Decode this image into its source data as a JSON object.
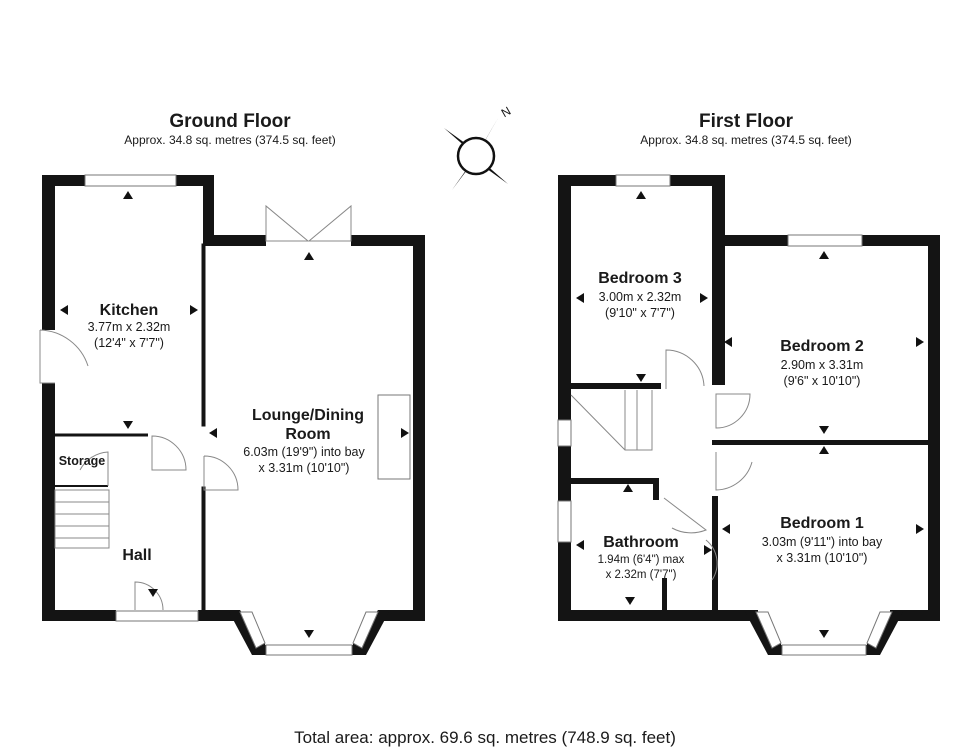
{
  "ground_floor": {
    "title": "Ground Floor",
    "area": "Approx. 34.8 sq. metres (374.5 sq. feet)",
    "rooms": {
      "kitchen": {
        "name": "Kitchen",
        "dim1": "3.77m x 2.32m",
        "dim2": "(12'4\" x 7'7\")"
      },
      "lounge": {
        "name1": "Lounge/Dining",
        "name2": "Room",
        "dim1": "6.03m (19'9\") into bay",
        "dim2": "x 3.31m (10'10\")"
      },
      "storage": {
        "name": "Storage"
      },
      "hall": {
        "name": "Hall"
      }
    }
  },
  "first_floor": {
    "title": "First Floor",
    "area": "Approx. 34.8 sq. metres (374.5 sq. feet)",
    "rooms": {
      "bedroom3": {
        "name": "Bedroom 3",
        "dim1": "3.00m x 2.32m",
        "dim2": "(9'10\" x 7'7\")"
      },
      "bedroom2": {
        "name": "Bedroom 2",
        "dim1": "2.90m x 3.31m",
        "dim2": "(9'6\" x 10'10\")"
      },
      "bedroom1": {
        "name": "Bedroom 1",
        "dim1": "3.03m (9'11\") into bay",
        "dim2": "x 3.31m (10'10\")"
      },
      "bathroom": {
        "name": "Bathroom",
        "dim1": "1.94m (6'4\") max",
        "dim2": "x 2.32m (7'7\")"
      }
    }
  },
  "compass": {
    "label": "N"
  },
  "total_area": "Total area: approx. 69.6 sq. metres (748.9 sq. feet)"
}
